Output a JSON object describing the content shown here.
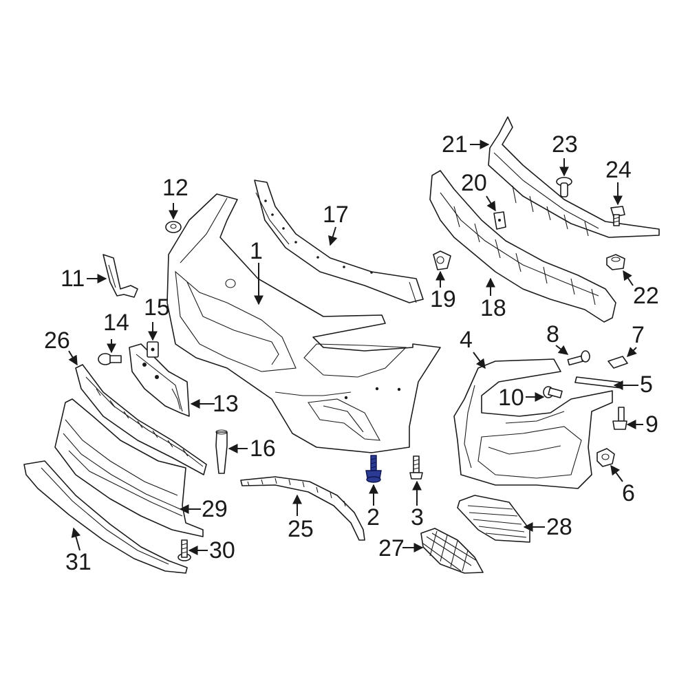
{
  "highlight_color": "#2b3a93",
  "callouts": {
    "c1": "1",
    "c2": "2",
    "c3": "3",
    "c4": "4",
    "c5": "5",
    "c6": "6",
    "c7": "7",
    "c8": "8",
    "c9": "9",
    "c10": "10",
    "c11": "11",
    "c12": "12",
    "c13": "13",
    "c14": "14",
    "c15": "15",
    "c16": "16",
    "c17": "17",
    "c18": "18",
    "c19": "19",
    "c20": "20",
    "c21": "21",
    "c22": "22",
    "c23": "23",
    "c24": "24",
    "c25": "25",
    "c26": "26",
    "c27": "27",
    "c28": "28",
    "c29": "29",
    "c30": "30",
    "c31": "31"
  },
  "highlighted_part": "2"
}
